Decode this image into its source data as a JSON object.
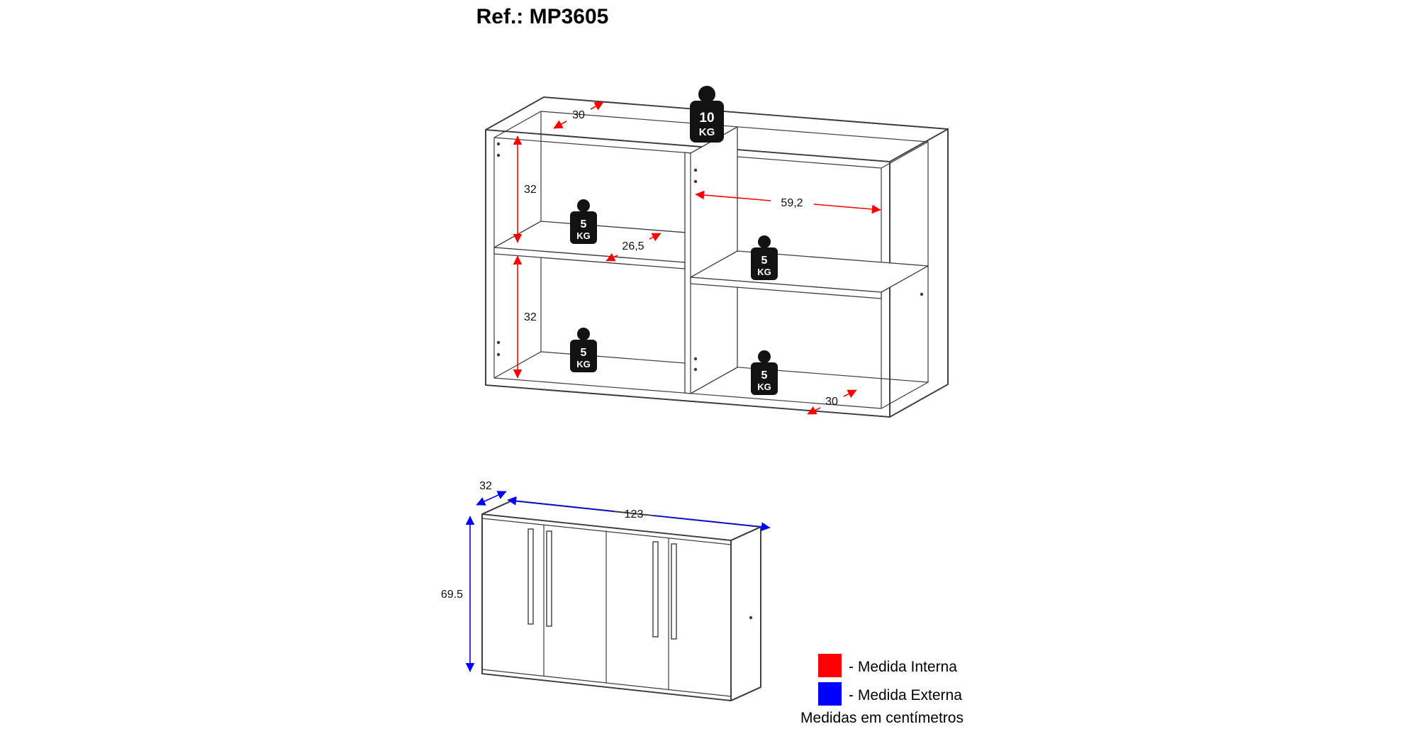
{
  "title": "Ref.: MP3605",
  "colors": {
    "internal": "#ff0000",
    "external": "#0000ff"
  },
  "top_diagram": {
    "dims": {
      "top_depth": "30",
      "upper_height": "32",
      "lower_height": "32",
      "inner_width": "59,2",
      "shelf_depth": "26,5",
      "bottom_depth": "30"
    },
    "weights": {
      "top": {
        "value": "10",
        "unit": "KG"
      },
      "left_shelf": {
        "value": "5",
        "unit": "KG"
      },
      "right_shelf": {
        "value": "5",
        "unit": "KG"
      },
      "left_bottom": {
        "value": "5",
        "unit": "KG"
      },
      "right_bottom": {
        "value": "5",
        "unit": "KG"
      }
    }
  },
  "bottom_diagram": {
    "dims": {
      "depth": "32",
      "width": "123",
      "height": "69.5"
    }
  },
  "legend": {
    "internal_label": "- Medida Interna",
    "external_label": "- Medida Externa",
    "units_note": "Medidas em centímetros"
  }
}
